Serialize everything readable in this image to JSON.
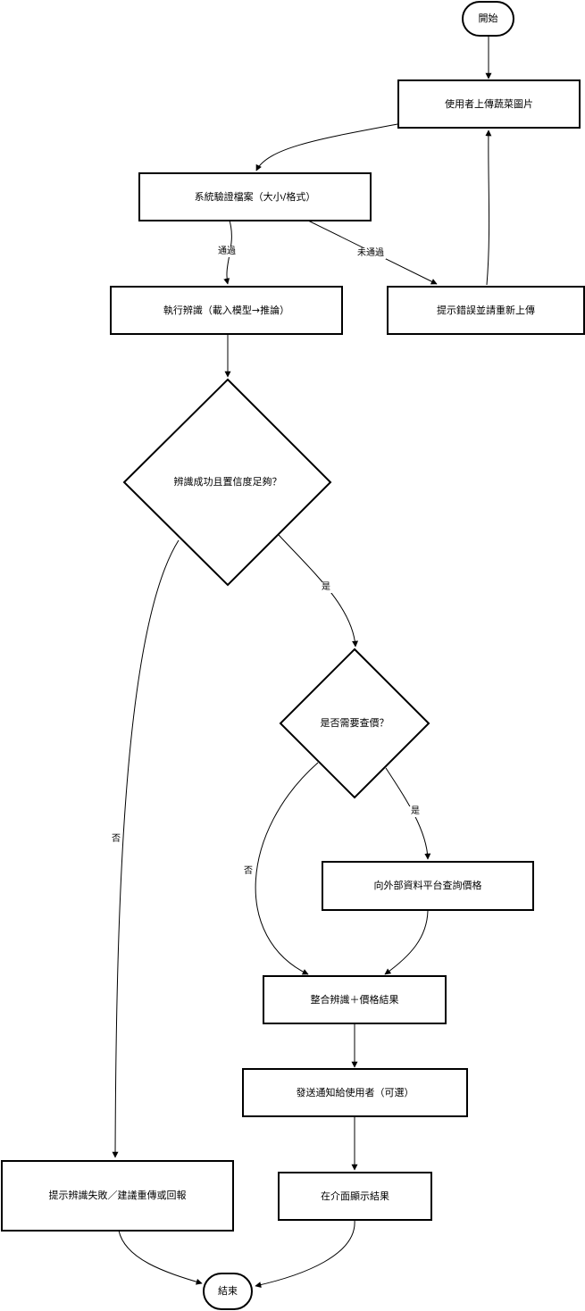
{
  "diagram": {
    "nodes": {
      "start": "開始",
      "upload": "使用者上傳蔬菜圖片",
      "validate": "系統驗證檔案（大小/格式）",
      "error": "提示錯誤並請重新上傳",
      "recognize": "執行辨識（載入模型→推論）",
      "decision_success": "辨識成功且置信度足夠？",
      "decision_price": "是否需要查價？",
      "query_price": "向外部資料平台查詢價格",
      "merge": "整合辨識＋價格結果",
      "notify": "發送通知給使用者（可選）",
      "display": "在介面顯示結果",
      "fail": "提示辨識失敗／建議重傳或回報",
      "end": "結束"
    },
    "edge_labels": {
      "pass": "通過",
      "not_pass": "未通過",
      "yes_1": "是",
      "no_1": "否",
      "yes_2": "是",
      "no_2": "否"
    }
  }
}
